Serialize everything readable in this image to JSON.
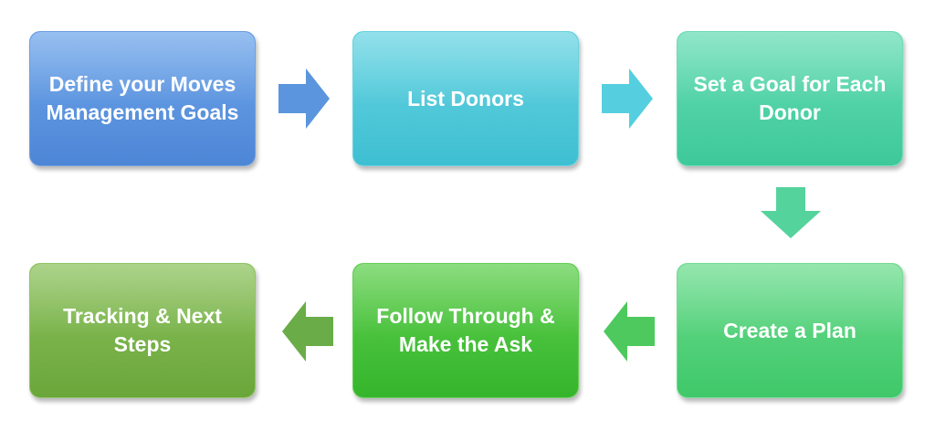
{
  "steps": [
    {
      "label": "Define your Moves Management Goals",
      "color": "#5b93de"
    },
    {
      "label": "List Donors",
      "color": "#4ec8da"
    },
    {
      "label": "Set a Goal for Each Donor",
      "color": "#4ed3a5"
    },
    {
      "label": "Create a Plan",
      "color": "#4fd27b"
    },
    {
      "label": "Follow Through & Make the Ask",
      "color": "#43c238"
    },
    {
      "label": "Tracking & Next Steps",
      "color": "#7bb44a"
    }
  ],
  "arrows": [
    {
      "direction": "right",
      "color": "#5a95dd"
    },
    {
      "direction": "right",
      "color": "#55cfe0"
    },
    {
      "direction": "down",
      "color": "#55d39c"
    },
    {
      "direction": "left",
      "color": "#4ec95e"
    },
    {
      "direction": "left",
      "color": "#6aad48"
    }
  ]
}
